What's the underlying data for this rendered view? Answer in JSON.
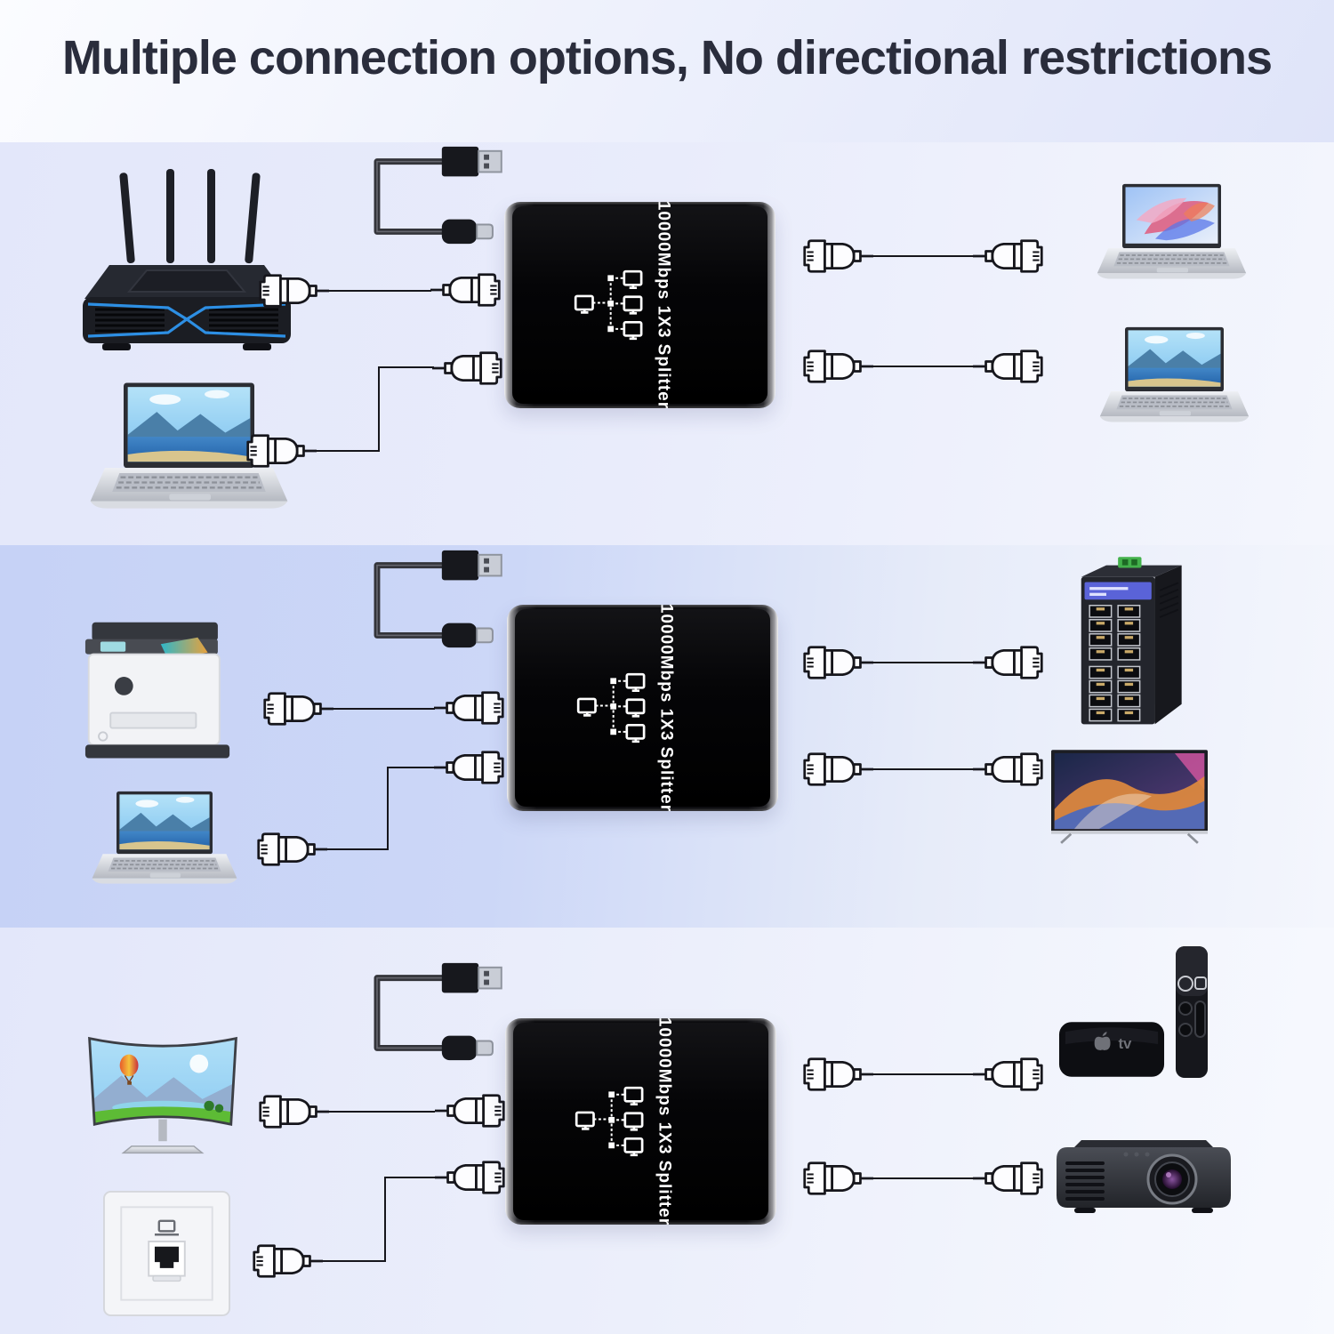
{
  "header": {
    "title": "Multiple connection options, No directional restrictions"
  },
  "splitter": {
    "label": "10000Mbps 1X3 Splitter",
    "icon": "one-to-three-network-splitter-icon"
  },
  "cables": {
    "ethernet_icon": "rj45-ethernet-cable",
    "power_icon": "usb-power-cable"
  },
  "apple_tv": {
    "logo_text": "tv"
  },
  "rows": [
    {
      "left_devices": [
        "wifi-router",
        "laptop"
      ],
      "right_devices": [
        "laptop",
        "laptop"
      ]
    },
    {
      "left_devices": [
        "printer",
        "laptop"
      ],
      "right_devices": [
        "ethernet-switch",
        "smart-tv"
      ]
    },
    {
      "left_devices": [
        "curved-monitor",
        "ethernet-wall-outlet"
      ],
      "right_devices": [
        "apple-tv-with-remote",
        "projector"
      ]
    }
  ],
  "colors": {
    "title_text": "#2a2d3c",
    "band_lavender": "#e3e7fa",
    "band_blue": "#c6d2f6",
    "splitter_body": "#0c0c0f",
    "router_led": "#2f96ef",
    "switch_label": "#5a63d8",
    "switch_terminal": "#43b14b",
    "cable_line": "#16161c"
  }
}
